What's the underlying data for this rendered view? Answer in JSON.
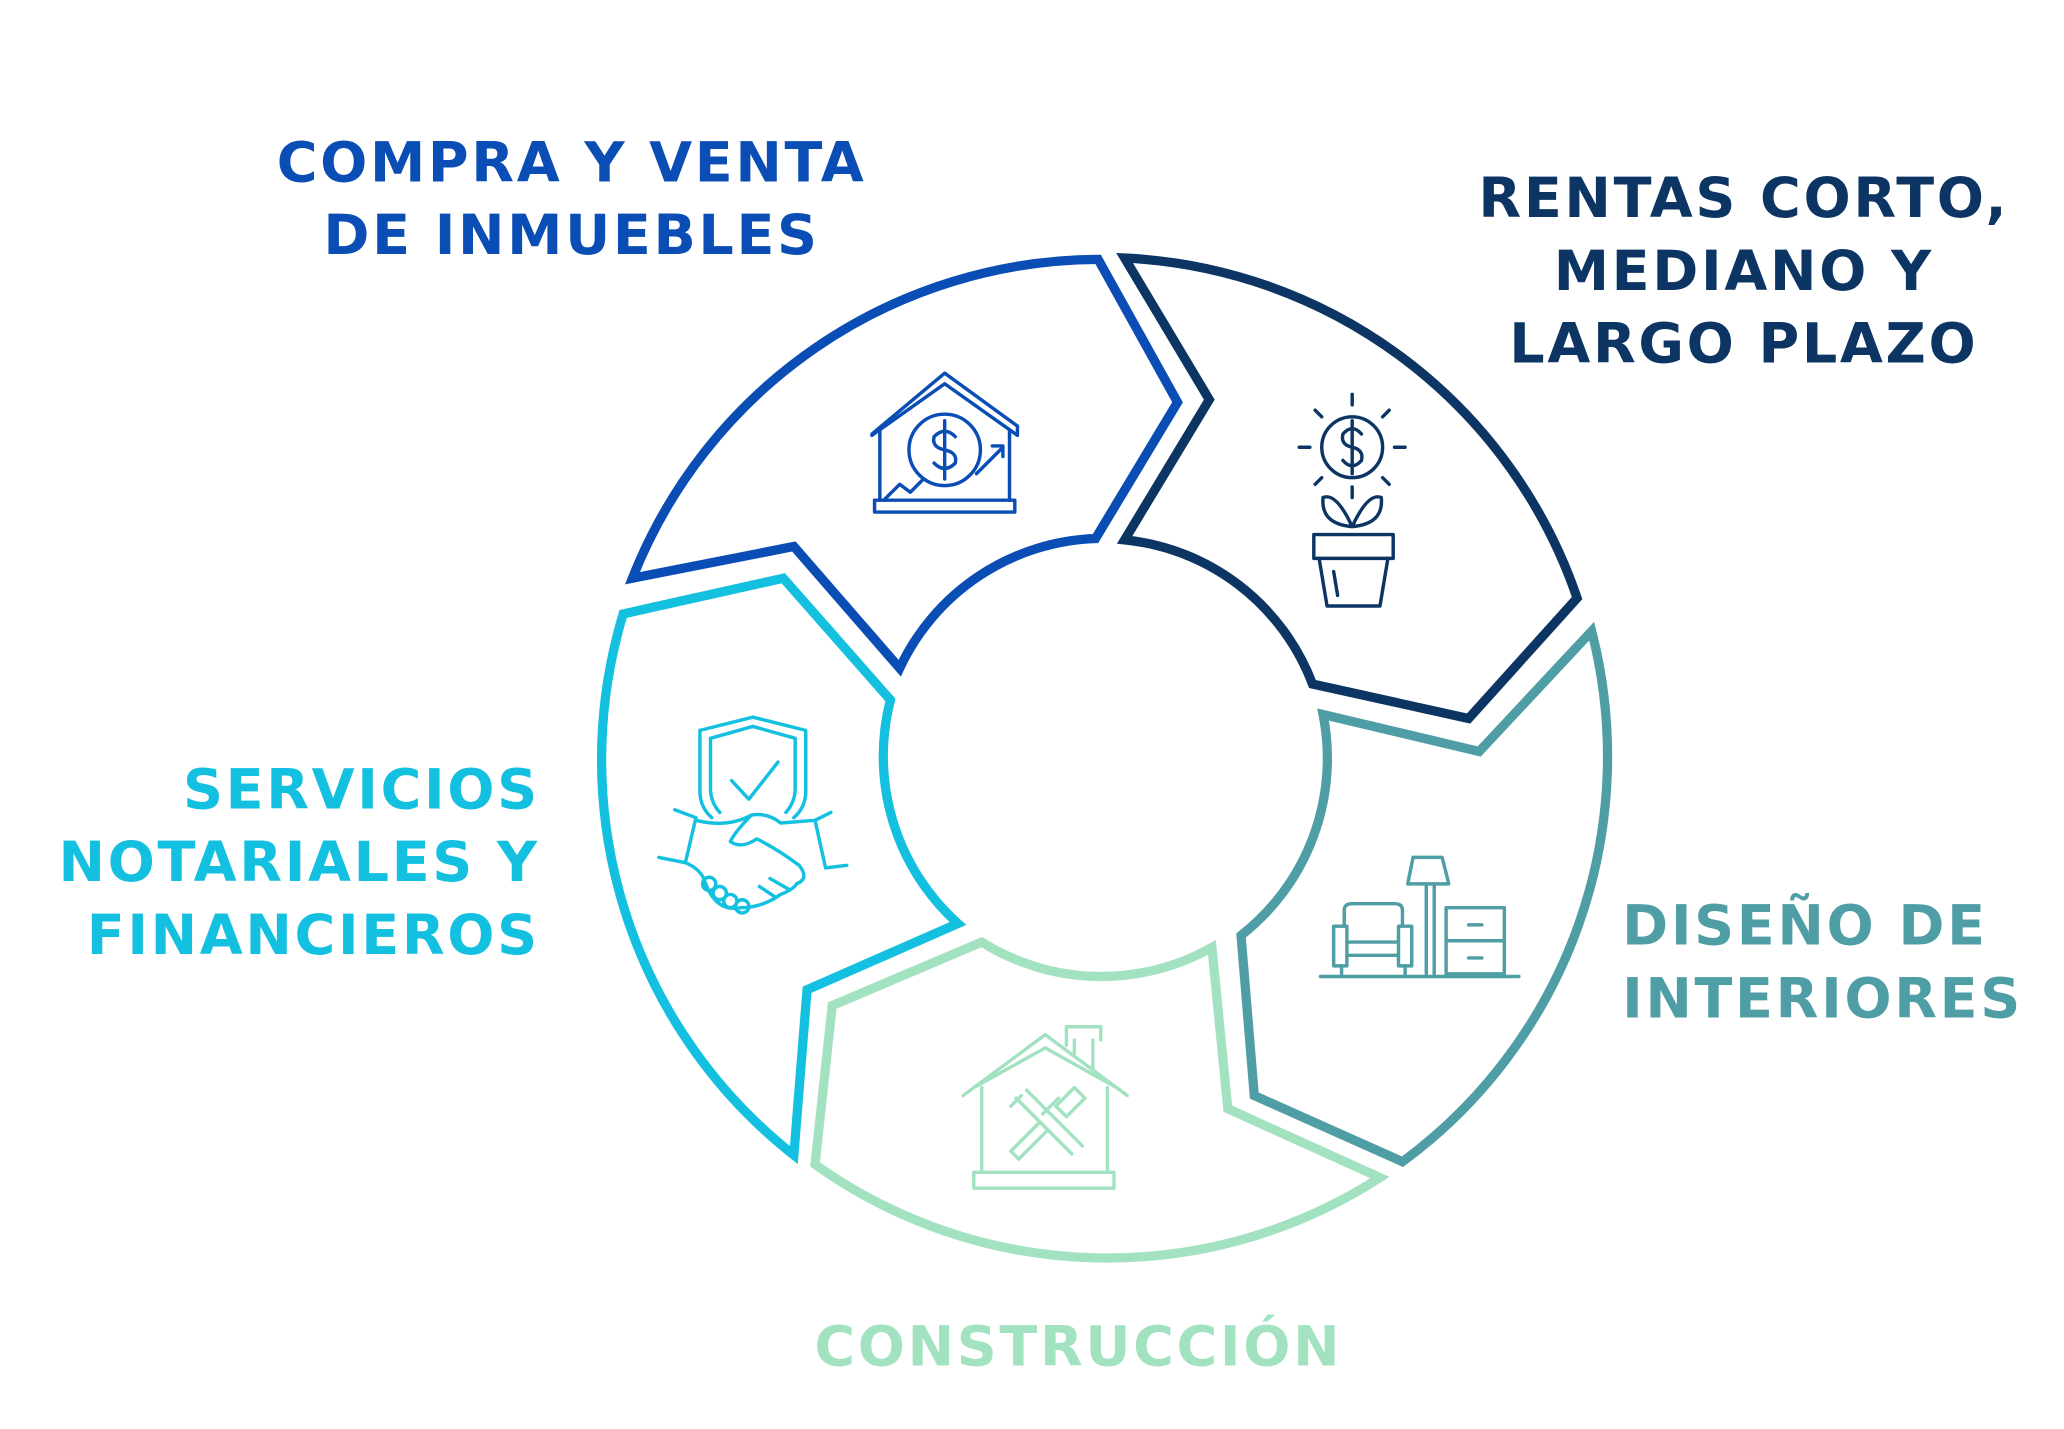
{
  "diagram": {
    "type": "cycle",
    "segments": [
      {
        "id": "compra",
        "lines": [
          "COMPRA Y VENTA",
          "DE INMUEBLES"
        ],
        "color": "#0a4db5",
        "icon": "house-dollar-growth-icon"
      },
      {
        "id": "rentas",
        "lines": [
          "RENTAS CORTO,",
          "MEDIANO Y",
          "LARGO PLAZO"
        ],
        "color": "#0d3563",
        "icon": "money-plant-pot-icon"
      },
      {
        "id": "diseno",
        "lines": [
          "DISEÑO DE",
          "INTERIORES"
        ],
        "color": "#4f9ea5",
        "icon": "furniture-interior-icon"
      },
      {
        "id": "construccion",
        "lines": [
          "CONSTRUCCIÓN"
        ],
        "color": "#a3e2c1",
        "icon": "house-tools-icon"
      },
      {
        "id": "servicios",
        "lines": [
          "SERVICIOS",
          "NOTARIALES Y",
          "FINANCIEROS"
        ],
        "color": "#13c0e0",
        "icon": "shield-handshake-icon"
      }
    ]
  }
}
